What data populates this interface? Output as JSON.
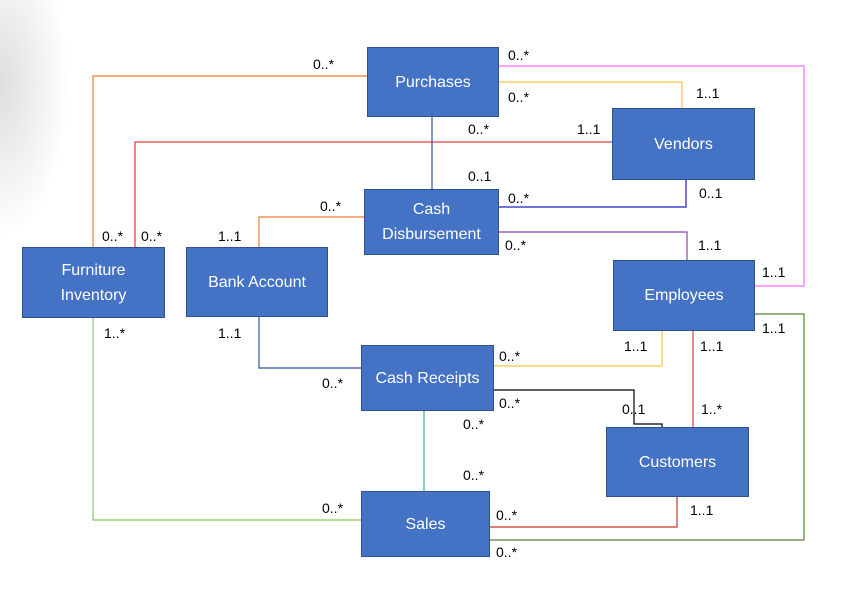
{
  "entities": {
    "purchases": "Purchases",
    "vendors": "Vendors",
    "cash_disbursement": "Cash\nDisbursement",
    "furniture_inventory": "Furniture\nInventory",
    "bank_account": "Bank Account",
    "employees": "Employees",
    "cash_receipts": "Cash Receipts",
    "customers": "Customers",
    "sales": "Sales"
  },
  "multiplicities": {
    "purchases_inventory": "0..*",
    "purchases_employees": "0..*",
    "purchases_vendors": "0..*",
    "vendors_purchases": "1..1",
    "vendors_inventory_near": "0..*",
    "vendors_side": "1..1",
    "purchases_disbursement": "0..1",
    "vendors_disbursement": "0..1",
    "disbursement_vendors": "0..*",
    "disbursement_bank": "0..*",
    "disbursement_employees": "0..*",
    "employees_disbursement": "1..1",
    "employees_purchases": "1..1",
    "employees_sales": "1..1",
    "inventory_purchases": "0..*",
    "inventory_vendors": "0..*",
    "inventory_sales": "1..*",
    "bank_disbursement": "1..1",
    "bank_receipts": "1..1",
    "receipts_bank": "0..*",
    "receipts_employees": "0..*",
    "receipts_customers": "0..*",
    "receipts_sales": "0..*",
    "employees_receipts": "1..1",
    "employees_customers": "1..1",
    "customers_receipts": "0..1",
    "customers_employees": "1..*",
    "customers_sales": "1..1",
    "sales_receipts": "0..*",
    "sales_inventory": "0..*",
    "sales_customers": "0..*",
    "sales_employees": "0..*"
  },
  "colors": {
    "entity_fill": "#4472c4",
    "entity_border": "#2f528f",
    "line_orange": "#ed7d31",
    "line_red": "#e03c3c",
    "line_blue": "#2f5597",
    "line_navy": "#1f1fbf",
    "line_pink": "#ff66ff",
    "line_yellow": "#f5c542",
    "line_purple": "#8e44ad",
    "line_green": "#70ad47",
    "line_teal": "#3cb371",
    "line_black": "#000000"
  }
}
